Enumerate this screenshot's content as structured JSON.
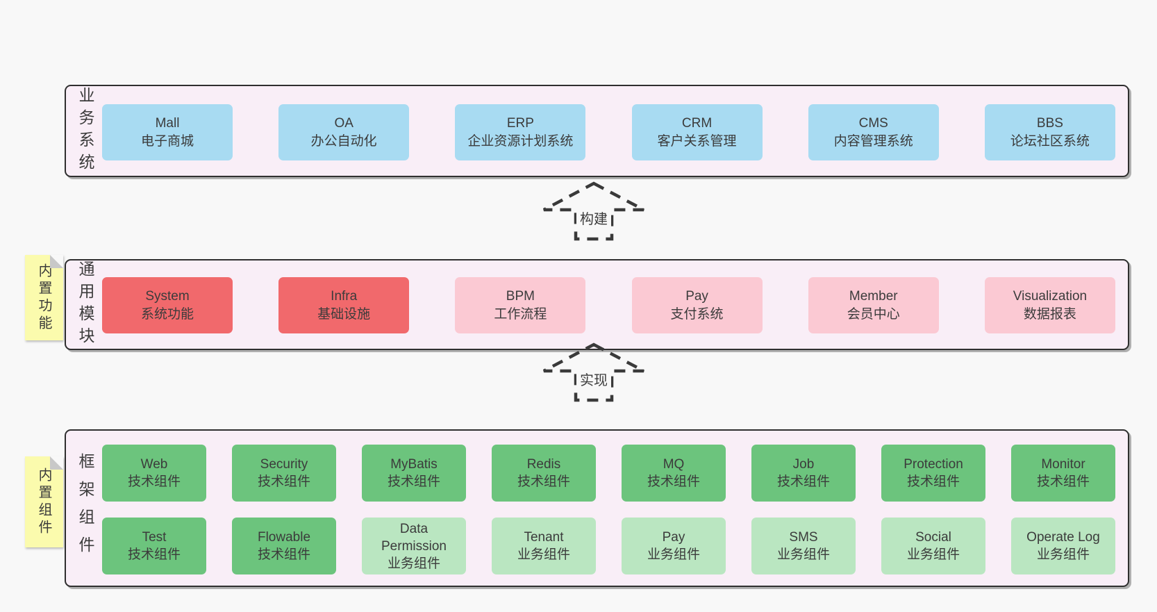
{
  "diagram": {
    "colors": {
      "page_bg": "#f8f8f8",
      "band_bg": "#f9eef7",
      "band_border": "#2f2f2f",
      "blue_box": "#a8dbf2",
      "red_box": "#f1696c",
      "pink_box": "#fbc9d3",
      "green_box": "#6cc47d",
      "green_light_box": "#bae6c1",
      "note_bg": "#fbfbad",
      "note_fold": "#c8c8c8",
      "line": "#3a3a3a",
      "text": "#3b3b3b"
    },
    "arrows": [
      {
        "label": "构建"
      },
      {
        "label": "实现"
      }
    ],
    "bands": [
      {
        "label": "业务系统",
        "boxes": [
          {
            "title": "Mall",
            "subtitle": "电子商城"
          },
          {
            "title": "OA",
            "subtitle": "办公自动化"
          },
          {
            "title": "ERP",
            "subtitle": "企业资源计划系统"
          },
          {
            "title": "CRM",
            "subtitle": "客户关系管理"
          },
          {
            "title": "CMS",
            "subtitle": "内容管理系统"
          },
          {
            "title": "BBS",
            "subtitle": "论坛社区系统"
          }
        ]
      },
      {
        "label": "通用模块",
        "note": "内置功能",
        "boxes": [
          {
            "title": "System",
            "subtitle": "系统功能",
            "variant": "red"
          },
          {
            "title": "Infra",
            "subtitle": "基础设施",
            "variant": "red"
          },
          {
            "title": "BPM",
            "subtitle": "工作流程",
            "variant": "pink"
          },
          {
            "title": "Pay",
            "subtitle": "支付系统",
            "variant": "pink"
          },
          {
            "title": "Member",
            "subtitle": "会员中心",
            "variant": "pink"
          },
          {
            "title": "Visualization",
            "subtitle": "数据报表",
            "variant": "pink"
          }
        ]
      },
      {
        "label": "框架组件",
        "note": "内置组件",
        "rows": [
          [
            {
              "title": "Web",
              "subtitle": "技术组件"
            },
            {
              "title": "Security",
              "subtitle": "技术组件"
            },
            {
              "title": "MyBatis",
              "subtitle": "技术组件"
            },
            {
              "title": "Redis",
              "subtitle": "技术组件"
            },
            {
              "title": "MQ",
              "subtitle": "技术组件"
            },
            {
              "title": "Job",
              "subtitle": "技术组件"
            },
            {
              "title": "Protection",
              "subtitle": "技术组件"
            },
            {
              "title": "Monitor",
              "subtitle": "技术组件"
            }
          ],
          [
            {
              "title": "Test",
              "subtitle": "技术组件"
            },
            {
              "title": "Flowable",
              "subtitle": "技术组件"
            },
            {
              "title": "Data Permission",
              "subtitle": "业务组件"
            },
            {
              "title": "Tenant",
              "subtitle": "业务组件"
            },
            {
              "title": "Pay",
              "subtitle": "业务组件"
            },
            {
              "title": "SMS",
              "subtitle": "业务组件"
            },
            {
              "title": "Social",
              "subtitle": "业务组件"
            },
            {
              "title": "Operate Log",
              "subtitle": "业务组件"
            }
          ]
        ]
      }
    ]
  }
}
